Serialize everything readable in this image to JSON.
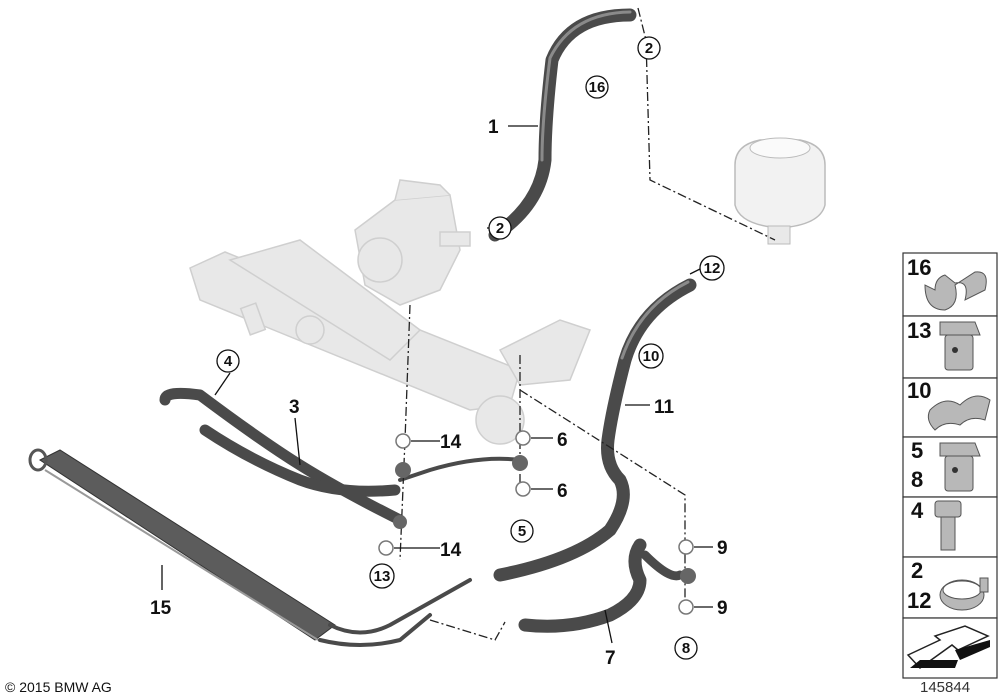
{
  "diagram": {
    "callouts": {
      "part_1": "1",
      "part_16_top": "16",
      "part_2_top": "2",
      "part_2_mid": "2",
      "part_12": "12",
      "part_10": "10",
      "part_11": "11",
      "part_4": "4",
      "part_3": "3",
      "part_14_top": "14",
      "part_6_top": "6",
      "part_6_bottom": "6",
      "part_5": "5",
      "part_14_bottom": "14",
      "part_13": "13",
      "part_15": "15",
      "part_9_top": "9",
      "part_9_bottom": "9",
      "part_7": "7",
      "part_8": "8"
    },
    "legend_panel": [
      {
        "labels": [
          "16"
        ],
        "icon": "hose-clip"
      },
      {
        "labels": [
          "13"
        ],
        "icon": "banjo-bolt"
      },
      {
        "labels": [
          "10"
        ],
        "icon": "double-hose-clip"
      },
      {
        "labels": [
          "5",
          "8"
        ],
        "icon": "banjo-bolt"
      },
      {
        "labels": [
          "4"
        ],
        "icon": "hex-bolt"
      },
      {
        "labels": [
          "2",
          "12"
        ],
        "icon": "hose-clamp"
      },
      {
        "labels": [],
        "icon": "arrow-icon"
      }
    ],
    "copyright": "© 2015 BMW AG",
    "diagram_number": "145844"
  }
}
